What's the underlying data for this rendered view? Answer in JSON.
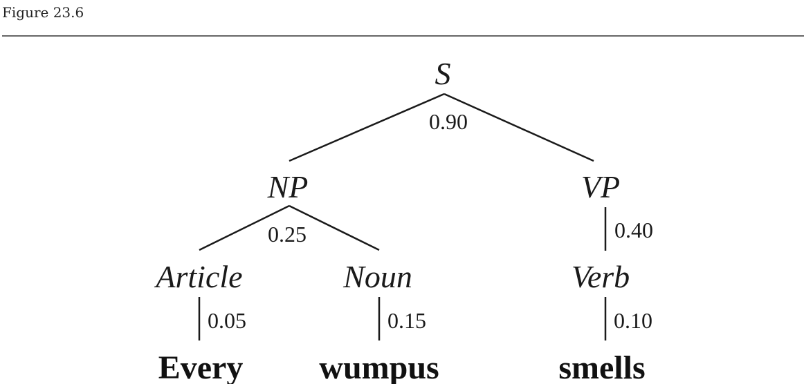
{
  "figure_title": "Figure 23.6",
  "tree": {
    "root": "S",
    "root_prob": "0.90",
    "np": "NP",
    "np_prob": "0.25",
    "vp": "VP",
    "vp_prob": "0.40",
    "article": "Article",
    "article_prob": "0.05",
    "noun": "Noun",
    "noun_prob": "0.15",
    "verb": "Verb",
    "verb_prob": "0.10",
    "word_every": "Every",
    "word_wumpus": "wumpus",
    "word_smells": "smells"
  }
}
